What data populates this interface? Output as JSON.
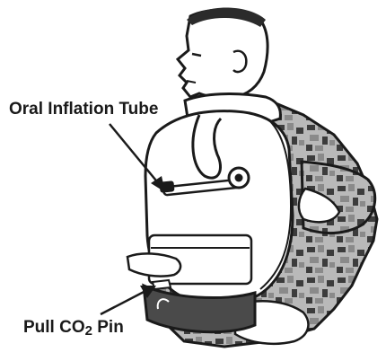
{
  "callouts": {
    "oral_inflation_tube": "Oral Inflation Tube",
    "pull_pin_prefix": "Pull CO",
    "pull_pin_subscript": "2",
    "pull_pin_suffix": " Pin"
  },
  "colors": {
    "ink": "#1a1a1a",
    "vest": "#ffffff",
    "camo_light": "#b9b9b9",
    "camo_mid": "#8a8a8a",
    "camo_dark": "#3c3c3c",
    "pouch": "#4a4a4a",
    "hair": "#2b2b2b"
  }
}
